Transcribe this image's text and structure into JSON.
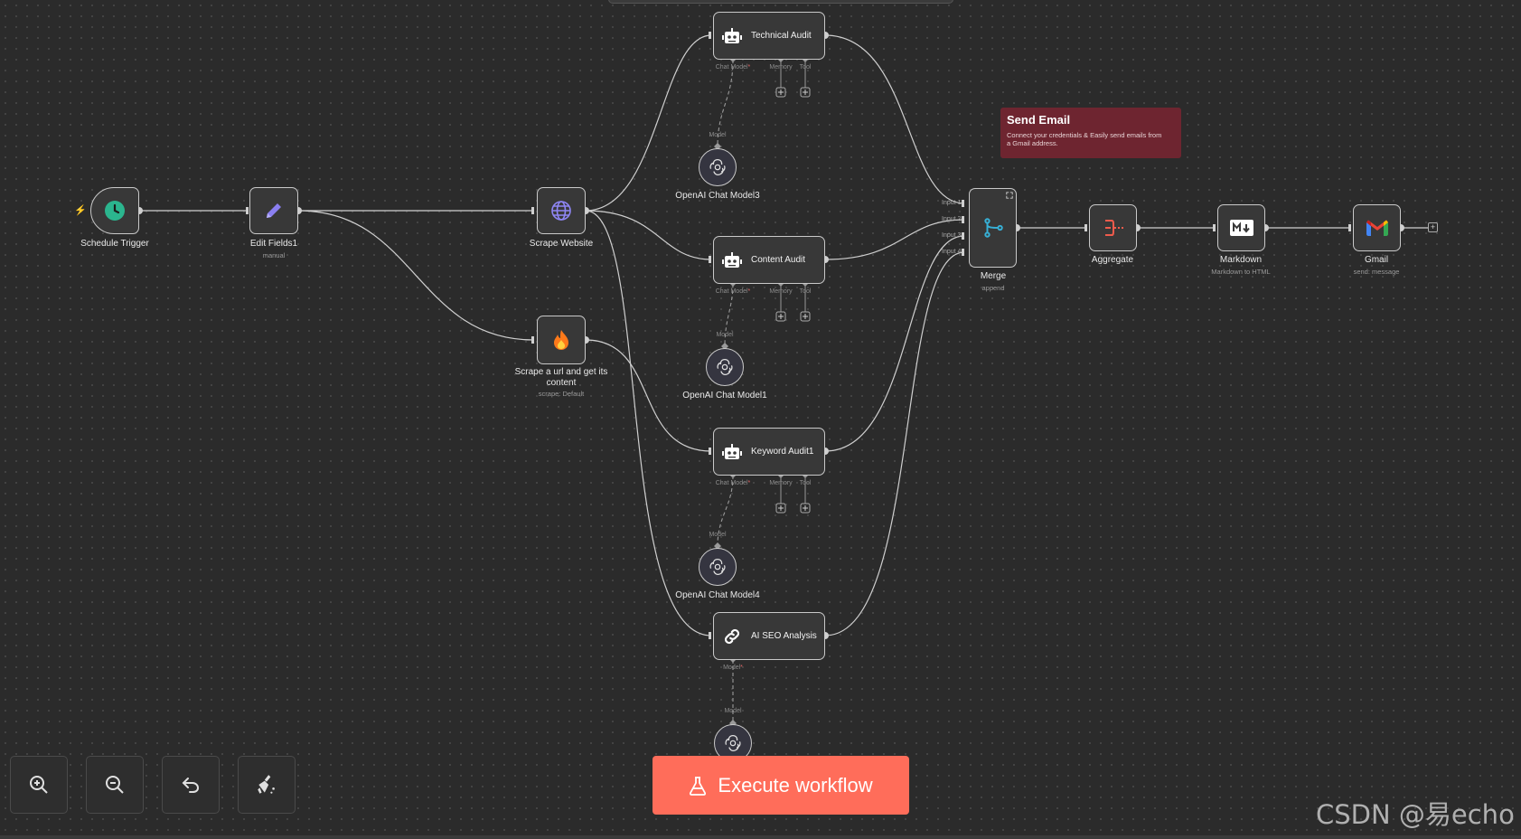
{
  "nodes": {
    "schedule_trigger": {
      "label": "Schedule Trigger"
    },
    "edit_fields": {
      "label": "Edit Fields1",
      "sub": "manual"
    },
    "scrape_website": {
      "label": "Scrape Website"
    },
    "scrape_url": {
      "label": "Scrape a url and get its content",
      "sub": "scrape: Default"
    },
    "technical_audit": {
      "label": "Technical Audit"
    },
    "content_audit": {
      "label": "Content Audit"
    },
    "keyword_audit": {
      "label": "Keyword Audit1"
    },
    "ai_seo": {
      "label": "AI SEO Analysis"
    },
    "openai3": {
      "label": "OpenAI Chat Model3"
    },
    "openai1": {
      "label": "OpenAI Chat Model1"
    },
    "openai4": {
      "label": "OpenAI Chat Model4"
    },
    "merge": {
      "label": "Merge",
      "sub": "append",
      "inputs": [
        "Input 1",
        "Input 2",
        "Input 3",
        "Input 4"
      ]
    },
    "aggregate": {
      "label": "Aggregate"
    },
    "markdown": {
      "label": "Markdown",
      "sub": "Markdown to HTML"
    },
    "gmail": {
      "label": "Gmail",
      "sub": "send: message"
    }
  },
  "ports": {
    "chat_model": "Chat Model",
    "memory": "Memory",
    "tool": "Tool",
    "model": "Model"
  },
  "sticky": {
    "title": "Send Email",
    "body": "Connect your credentials & Easily send emails from a Gmail address."
  },
  "controls": {
    "zoom_in": "zoom-in-icon",
    "zoom_out": "zoom-out-icon",
    "undo": "undo-icon",
    "clean": "broom-icon"
  },
  "execute_button": {
    "label": "Execute workflow"
  },
  "watermark": "CSDN @易echo",
  "colors": {
    "accent": "#ff6d5a",
    "sticky": "#6e2530",
    "canvas": "#2b2b2b",
    "node": "#383838"
  }
}
